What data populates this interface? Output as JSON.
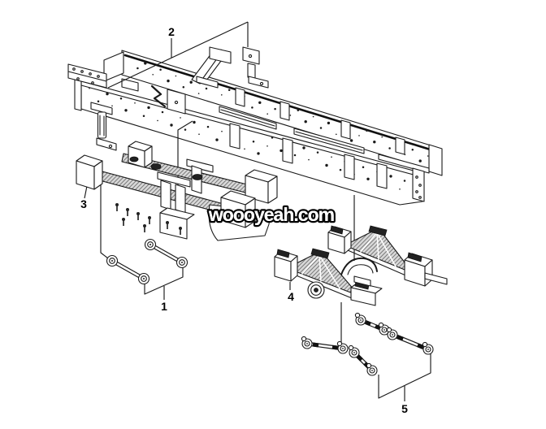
{
  "watermark": {
    "text": "woooyeah.com",
    "fill": "#ffffff",
    "outline": "#000000"
  },
  "callouts": [
    {
      "label": "1"
    },
    {
      "label": "2"
    },
    {
      "label": "3"
    },
    {
      "label": "4"
    },
    {
      "label": "5"
    }
  ],
  "colors": {
    "line": "#1a1a1a",
    "hatch_fill": "#d9d9d9",
    "hatch_stroke": "#7a7a7a",
    "background": "#ffffff"
  }
}
